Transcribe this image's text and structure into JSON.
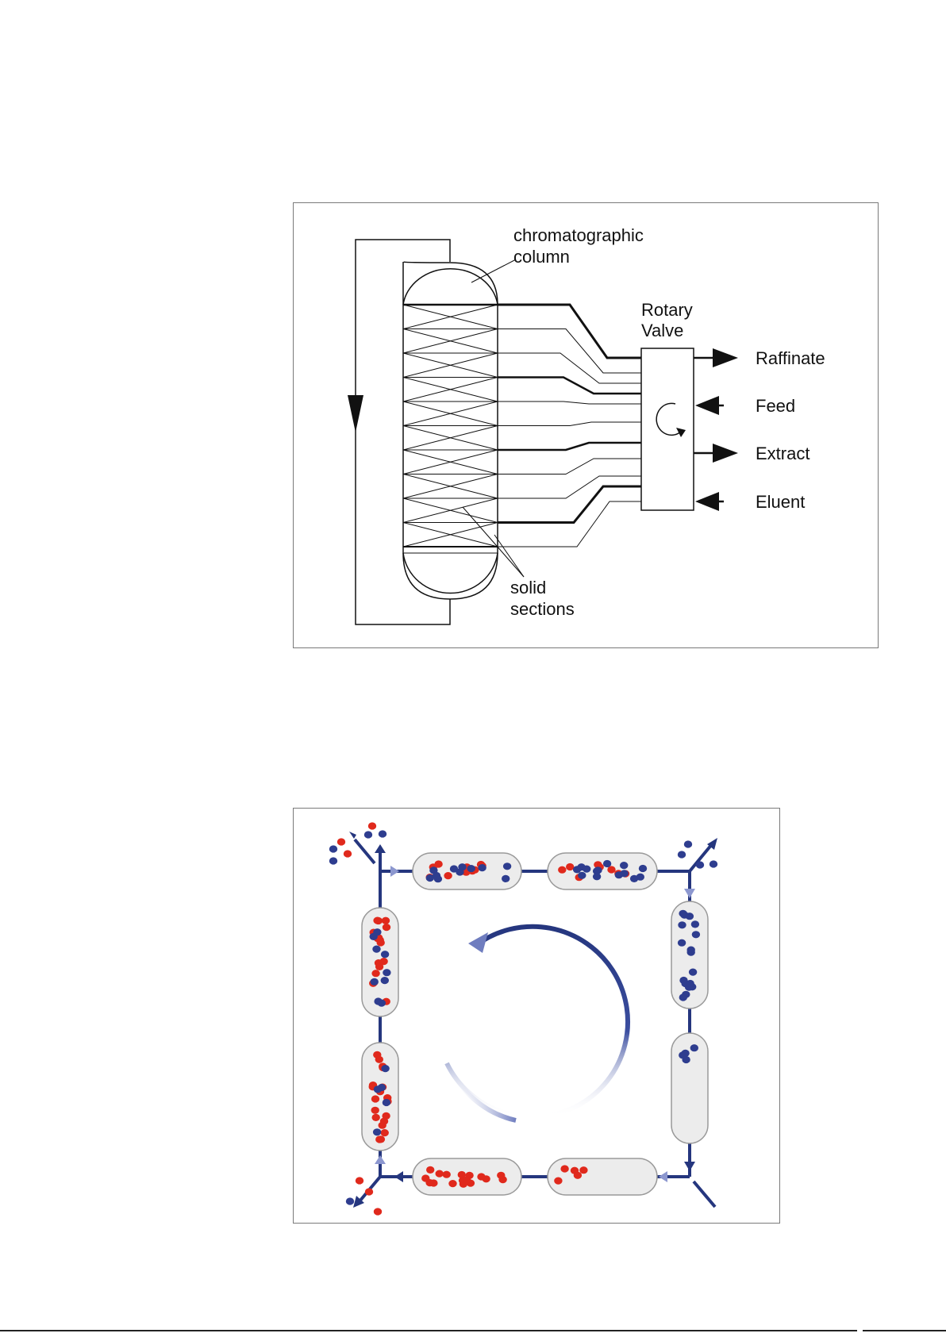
{
  "top_diagram": {
    "column_label_line1": "chromatographic",
    "column_label_line2": "column",
    "valve_label_line1": "Rotary",
    "valve_label_line2": "Valve",
    "streams": [
      "Raffinate",
      "Feed",
      "Extract",
      "Eluent"
    ],
    "sections_label_line1": "solid",
    "sections_label_line2": "sections",
    "num_sections": 10
  },
  "bottom_diagram": {
    "colors": {
      "red_particle": "#e0291c",
      "blue_particle": "#2e3d8f",
      "flow_line": "#25367e",
      "column_fill": "#ececec",
      "column_border": "#9a9a9a"
    },
    "column_count": 8
  }
}
